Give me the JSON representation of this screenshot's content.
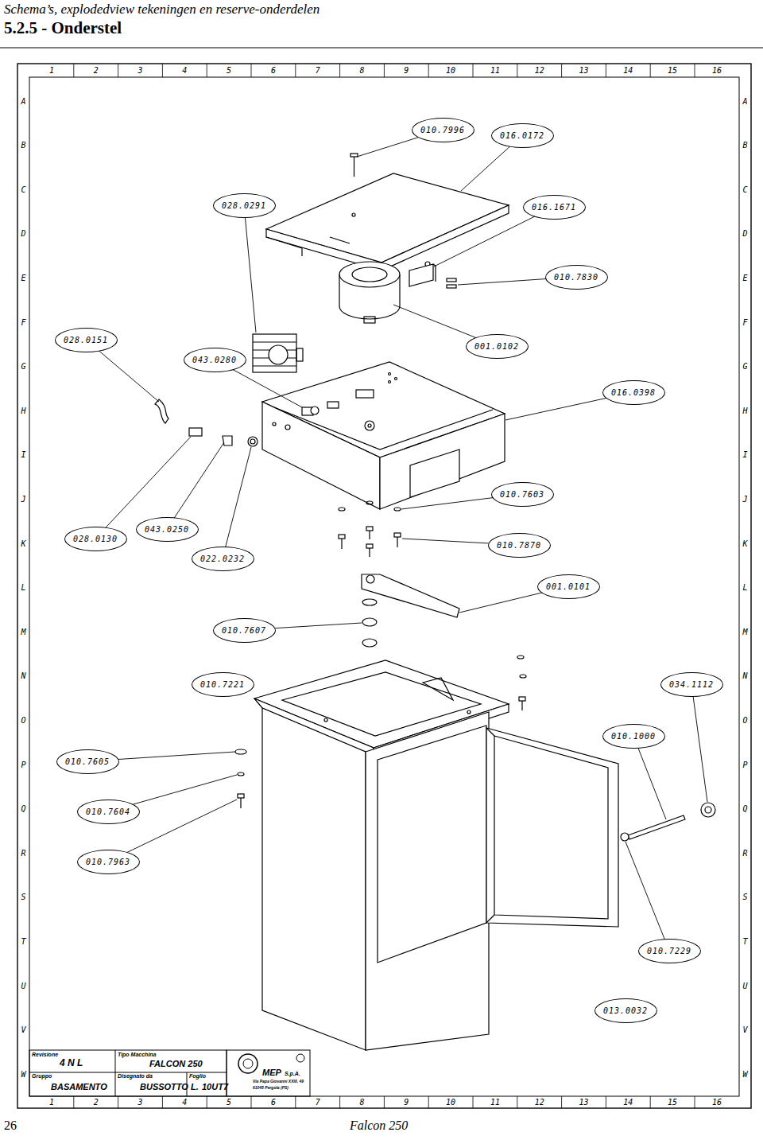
{
  "diagram": {
    "title": "5.2.5 - Onderstel",
    "nodes": [
      {
        "text": [
          "010.7996"
        ]
      },
      {
        "text": [
          "016.0172"
        ]
      },
      {
        "text": [
          "028.0291"
        ]
      },
      {
        "text": [
          "016.1671"
        ]
      },
      {
        "text": [
          "010.7830"
        ]
      },
      {
        "text": [
          "028.0151"
        ]
      },
      {
        "text": [
          "043.0280"
        ]
      },
      {
        "text": [
          "001.0102"
        ]
      },
      {
        "text": [
          "016.0398"
        ]
      },
      {
        "text": [
          "010.7603"
        ]
      },
      {
        "text": [
          "028.0130"
        ]
      },
      {
        "text": [
          "043.0250"
        ]
      },
      {
        "text": [
          "022.0232"
        ]
      },
      {
        "text": [
          "010.7870"
        ]
      },
      {
        "text": [
          "001.0101"
        ]
      },
      {
        "text": [
          "010.7607"
        ]
      },
      {
        "text": [
          "010.7221"
        ]
      },
      {
        "text": [
          "034.1112"
        ]
      },
      {
        "text": [
          "010.1000"
        ]
      },
      {
        "text": [
          "010.7605"
        ]
      },
      {
        "text": [
          "010.7604"
        ]
      },
      {
        "text": [
          "010.7963"
        ]
      },
      {
        "text": [
          "010.7229"
        ]
      },
      {
        "text": [
          "013.0032"
        ]
      }
    ],
    "labels": [
      "Schema’s, explodedview tekeningen en reserve-onderdelen",
      "1",
      "2",
      "3",
      "4",
      "5",
      "6",
      "7",
      "8",
      "9",
      "10",
      "11",
      "12",
      "13",
      "14",
      "15",
      "16",
      "1",
      "2",
      "3",
      "4",
      "5",
      "6",
      "7",
      "8",
      "9",
      "10",
      "11",
      "12",
      "13",
      "14",
      "15",
      "16",
      "A",
      "B",
      "C",
      "D",
      "E",
      "F",
      "G",
      "H",
      "I",
      "J",
      "K",
      "L",
      "M",
      "N",
      "O",
      "P",
      "Q",
      "R",
      "S",
      "T",
      "U",
      "V",
      "W",
      "A",
      "B",
      "C",
      "D",
      "E",
      "F",
      "G",
      "H",
      "I",
      "J",
      "K",
      "L",
      "M",
      "N",
      "O",
      "P",
      "Q",
      "R",
      "S",
      "T",
      "U",
      "V",
      "W",
      "Revisione",
      "4 N L",
      "Tipo Macchina",
      "FALCON 250",
      "Gruppo",
      "BASAMENTO",
      "Disegnato da",
      "BUSSOTTO L.",
      "Foglio",
      "10UT7",
      "MEP",
      "S.p.A.",
      "Via Papa Giovanni XXIII, 49",
      "61045 Pergola (PS)",
      "26",
      "Falcon 250"
    ]
  }
}
